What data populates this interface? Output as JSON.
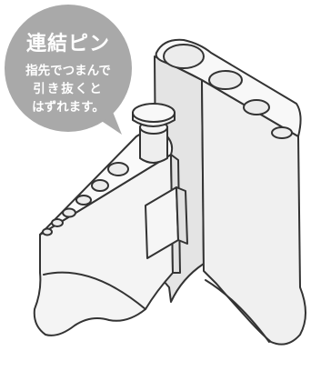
{
  "callout": {
    "title": "連結ピン",
    "line1": "指先でつまんで",
    "line2": "引き抜くと",
    "line3": "はずれます。"
  }
}
